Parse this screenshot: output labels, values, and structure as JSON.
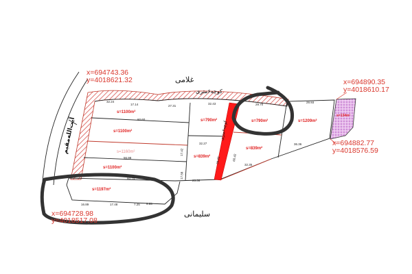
{
  "map": {
    "colors": {
      "coord_text": "#d9352b",
      "road": "#ff1a1a",
      "hatch": "#d9534f",
      "green_space": "#d9a0e0",
      "marker": "#333333"
    },
    "coordinates": [
      {
        "x": "x=694743.36",
        "y": "y=4018621.32"
      },
      {
        "x": "x=694890.35",
        "y": "y=4018610.17"
      },
      {
        "x": "x=694882.77",
        "y": "y=4018576.59"
      },
      {
        "x": "x=694728.98",
        "y": "y=4018517.08"
      }
    ],
    "neighbors": {
      "north": "غلامی",
      "south": "سلیمانی"
    },
    "streets": {
      "alley_north": "کوچه۶متری",
      "alley_middle": "کوچه۶متری",
      "boulevard_west": "آیت‌الله‌مقیم"
    },
    "parcels": [
      "s=1100m²",
      "s=1100m²",
      "s=1160m²",
      "s=1100m²",
      "s=1197m²",
      "s=790m²",
      "s=839m²",
      "s=790m²",
      "s=839m²",
      "s=1209m²",
      "s=134m²"
    ],
    "dimensions": [
      "32.24",
      "17.14",
      "27.31",
      "32.43",
      "29.70",
      "28.93",
      "60.60",
      "60.74",
      "56.98",
      "32.27",
      "32.35",
      "23.36",
      "36.36",
      "16.89",
      "17.48",
      "7.25",
      "9.85",
      "34.43",
      "17.42",
      "17.58",
      "60.42"
    ]
  }
}
